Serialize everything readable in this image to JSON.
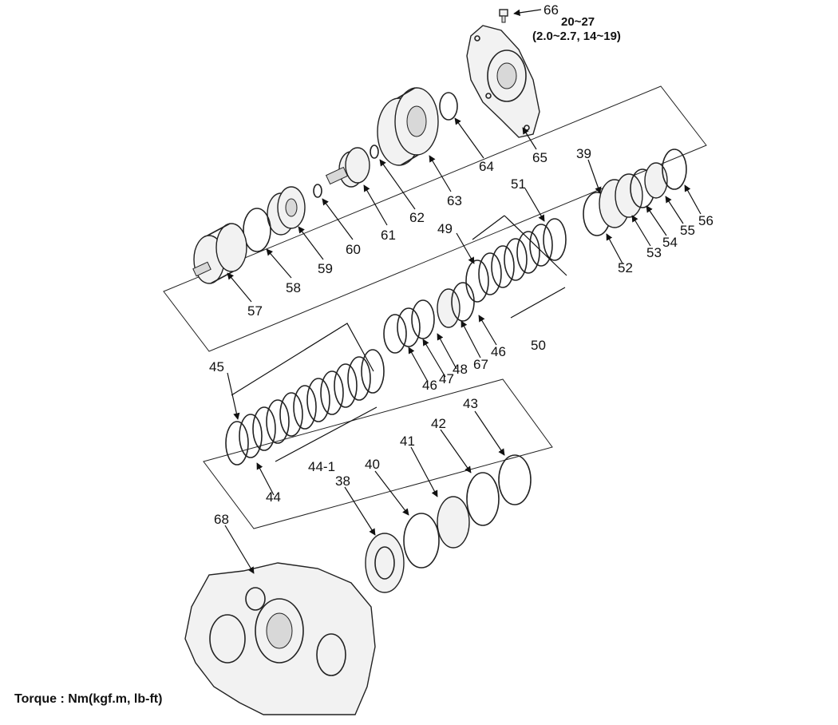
{
  "diagram": {
    "torque_spec": {
      "range": "20~27",
      "detail": "(2.0~2.7, 14~19)"
    },
    "torque_note": "Torque : Nm(kgf.m, lb-ft)",
    "callouts": [
      {
        "id": "66",
        "text": "66"
      },
      {
        "id": "65",
        "text": "65"
      },
      {
        "id": "64",
        "text": "64"
      },
      {
        "id": "63",
        "text": "63"
      },
      {
        "id": "62",
        "text": "62"
      },
      {
        "id": "61",
        "text": "61"
      },
      {
        "id": "60",
        "text": "60"
      },
      {
        "id": "59",
        "text": "59"
      },
      {
        "id": "58",
        "text": "58"
      },
      {
        "id": "57",
        "text": "57"
      },
      {
        "id": "39",
        "text": "39"
      },
      {
        "id": "56",
        "text": "56"
      },
      {
        "id": "55",
        "text": "55"
      },
      {
        "id": "54",
        "text": "54"
      },
      {
        "id": "53",
        "text": "53"
      },
      {
        "id": "52",
        "text": "52"
      },
      {
        "id": "51",
        "text": "51"
      },
      {
        "id": "49",
        "text": "49"
      },
      {
        "id": "50",
        "text": "50"
      },
      {
        "id": "46a",
        "text": "46"
      },
      {
        "id": "67",
        "text": "67"
      },
      {
        "id": "48",
        "text": "48"
      },
      {
        "id": "47",
        "text": "47"
      },
      {
        "id": "46b",
        "text": "46"
      },
      {
        "id": "45",
        "text": "45"
      },
      {
        "id": "44-1",
        "text": "44-1"
      },
      {
        "id": "44",
        "text": "44"
      },
      {
        "id": "43",
        "text": "43"
      },
      {
        "id": "42",
        "text": "42"
      },
      {
        "id": "41",
        "text": "41"
      },
      {
        "id": "40",
        "text": "40"
      },
      {
        "id": "38",
        "text": "38"
      },
      {
        "id": "68",
        "text": "68"
      }
    ]
  }
}
